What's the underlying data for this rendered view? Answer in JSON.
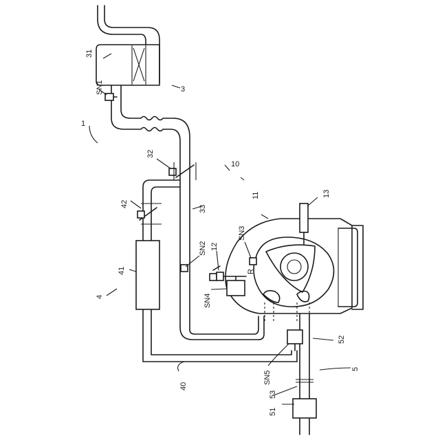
{
  "labels": {
    "system": "1",
    "intake_system": "3",
    "air_cleaner": "31",
    "throttle_valve": "32",
    "intake_passage": "33",
    "exhaust_system": "5",
    "catalyst": "51",
    "exhaust_valve": "52",
    "exhaust_passage": "53",
    "egr_system": "4",
    "egr_cooler": "41",
    "egr_valve": "42",
    "egr_passage": "40",
    "engine": "10",
    "rotor": "11",
    "injector": "12",
    "spark_plug": "13",
    "rotor_letter": "R",
    "sensors": {
      "sn1": "SN1",
      "sn2": "SN2",
      "sn3": "SN3",
      "sn4": "SN4",
      "sn5": "SN5"
    }
  }
}
